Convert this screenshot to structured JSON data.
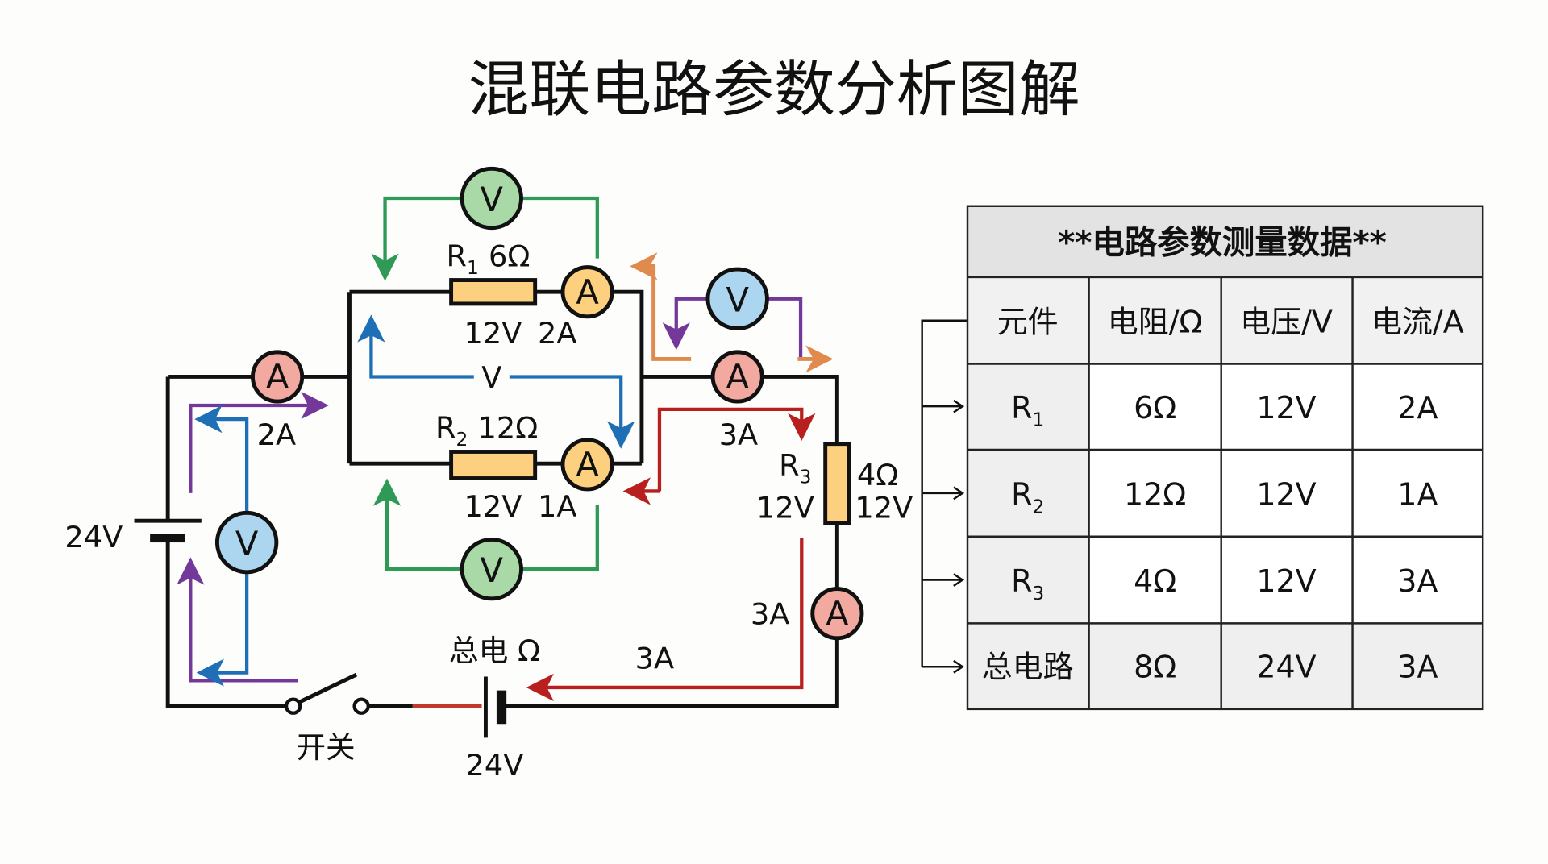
{
  "title": "混联电路参数分析图解",
  "colors": {
    "wire": "#111111",
    "ammeter_red": "#f1a9a0",
    "ammeter_orange": "#fcd07e",
    "voltmeter_green": "#aad9a8",
    "voltmeter_blue": "#acd6ef",
    "resistor": "#fcd07e",
    "arrow_green": "#2e9a55",
    "arrow_blue": "#1f6fb6",
    "arrow_purple": "#74389a",
    "arrow_orange": "#e08a4e",
    "arrow_red": "#b81f1f",
    "table_header_bg": "#e3e3e3",
    "table_label_bg": "#efefef"
  },
  "circuit": {
    "meters": {
      "ammeter_symbol": "A",
      "voltmeter_symbol": "V"
    },
    "r1": {
      "name": "R",
      "sub": "1",
      "resistance": "6Ω",
      "voltage": "12V",
      "current": "2A"
    },
    "r2": {
      "name": "R",
      "sub": "2",
      "resistance": "12Ω",
      "voltage": "12V",
      "current": "1A"
    },
    "r3": {
      "name": "R",
      "sub": "3",
      "resistance": "4Ω",
      "voltage_left": "12V",
      "voltage_right": "12V"
    },
    "parallel_voltage_label": "V",
    "left_current": "2A",
    "main_current_top": "3A",
    "main_current_right": "3A",
    "main_current_bottom": "3A",
    "battery_left_label": "24V",
    "battery_bottom_label": "24V",
    "battery_bottom_top_label": "总电 Ω",
    "switch_label": "开关"
  },
  "table": {
    "title": "**电路参数测量数据**",
    "headers": [
      "元件",
      "电阻/Ω",
      "电压/V",
      "电流/A"
    ],
    "rows": [
      {
        "component": "R",
        "sub": "1",
        "resistance": "6Ω",
        "voltage": "12V",
        "current": "2A"
      },
      {
        "component": "R",
        "sub": "2",
        "resistance": "12Ω",
        "voltage": "12V",
        "current": "1A"
      },
      {
        "component": "R",
        "sub": "3",
        "resistance": "4Ω",
        "voltage": "12V",
        "current": "3A"
      },
      {
        "component": "总电路",
        "sub": "",
        "resistance": "8Ω",
        "voltage": "24V",
        "current": "3A"
      }
    ]
  }
}
